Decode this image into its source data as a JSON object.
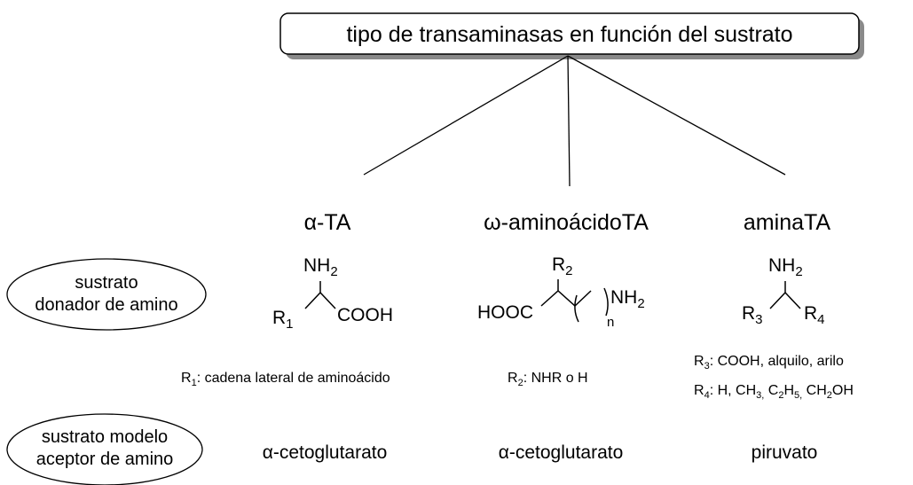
{
  "title": "tipo de transaminasas en función del sustrato",
  "columns": [
    {
      "header": "α-TA",
      "donor": {
        "nh2": "NH",
        "nh2_sub": "2",
        "r": "R",
        "r_sub": "1",
        "cooh": "COOH"
      },
      "note": {
        "r": "R",
        "r_sub": "1",
        "text": ": cadena lateral de aminoácido"
      },
      "acceptor": "α-cetoglutarato"
    },
    {
      "header": "ω-aminoácidoTA",
      "donor": {
        "r": "R",
        "r_sub": "2",
        "hooc": "HOOC",
        "n": "n",
        "nh2": "NH",
        "nh2_sub": "2"
      },
      "note": {
        "r": "R",
        "r_sub": "2",
        "text": ": NHR o H"
      },
      "acceptor": "α-cetoglutarato"
    },
    {
      "header": "aminaTA",
      "donor": {
        "nh2": "NH",
        "nh2_sub": "2",
        "r3": "R",
        "r3_sub": "3",
        "r4": "R",
        "r4_sub": "4"
      },
      "note1": {
        "r": "R",
        "r_sub": "3",
        "text": ": COOH, alquilo, arilo"
      },
      "note2": {
        "r": "R",
        "r_sub": "4",
        "p1": ": H, CH",
        "s1": "3,",
        "p2": " C",
        "s2": "2",
        "p3": "H",
        "s3": "5,",
        "p4": " CH",
        "s4": "2",
        "p5": "OH"
      },
      "acceptor": "piruvato"
    }
  ],
  "rows": {
    "donor": {
      "line1": "sustrato",
      "line2": "donador de amino"
    },
    "acceptor": {
      "line1": "sustrato modelo",
      "line2": "aceptor de amino"
    }
  },
  "colors": {
    "ink": "#000000",
    "box_shadow": "#8a8a8a",
    "background": "#ffffff"
  }
}
